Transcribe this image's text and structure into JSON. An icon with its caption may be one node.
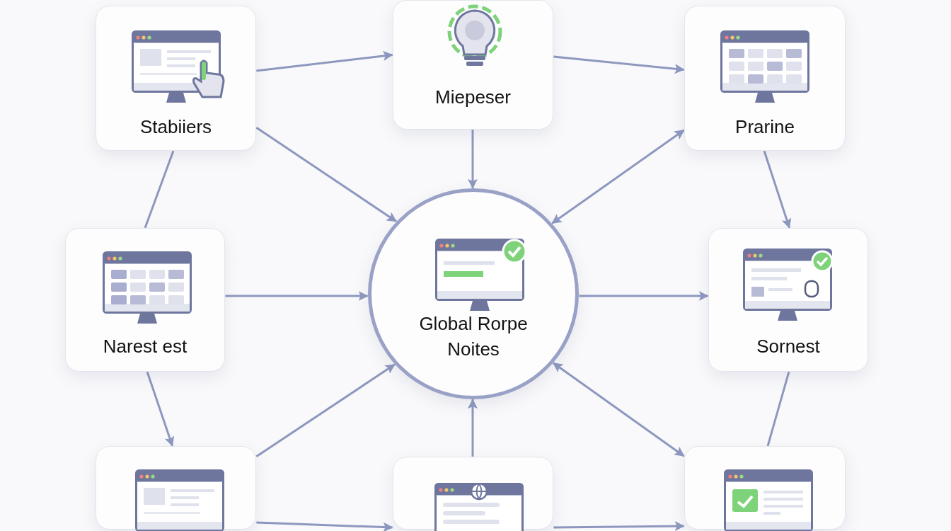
{
  "diagram": {
    "nodes": [
      {
        "text": [
          "Stabiiers"
        ]
      },
      {
        "text": [
          "Miepeser"
        ]
      },
      {
        "text": [
          "Prarine"
        ]
      },
      {
        "text": [
          "Narest est"
        ]
      },
      {
        "text": [
          "Global Rorpe Noites"
        ]
      },
      {
        "text": [
          "Sornest"
        ]
      },
      {
        "text": [],
        "shape": "box"
      },
      {
        "text": [],
        "shape": "box"
      },
      {
        "text": [],
        "shape": "box"
      }
    ],
    "edges": [
      {
        "from": 0,
        "to": 1,
        "arrow": "to"
      },
      {
        "from": 0,
        "to": 4,
        "arrow": "to"
      },
      {
        "from": 0,
        "to": 3,
        "arrow": "none"
      },
      {
        "from": 1,
        "to": 2,
        "arrow": "to"
      },
      {
        "from": 1,
        "to": 4,
        "arrow": "to"
      },
      {
        "from": 4,
        "to": 2,
        "arrow": "both"
      },
      {
        "from": 2,
        "to": 5,
        "arrow": "to"
      },
      {
        "from": 3,
        "to": 4,
        "arrow": "to"
      },
      {
        "from": 3,
        "to": 6,
        "arrow": "to"
      },
      {
        "from": 6,
        "to": 4,
        "arrow": "to"
      },
      {
        "from": 4,
        "to": 5,
        "arrow": "to"
      },
      {
        "from": 4,
        "to": 8,
        "arrow": "both"
      },
      {
        "from": 5,
        "to": 8,
        "arrow": "none"
      },
      {
        "from": 6,
        "to": 7,
        "arrow": "to"
      },
      {
        "from": 7,
        "to": 4,
        "arrow": "to"
      },
      {
        "from": 7,
        "to": 8,
        "arrow": "to"
      }
    ]
  }
}
